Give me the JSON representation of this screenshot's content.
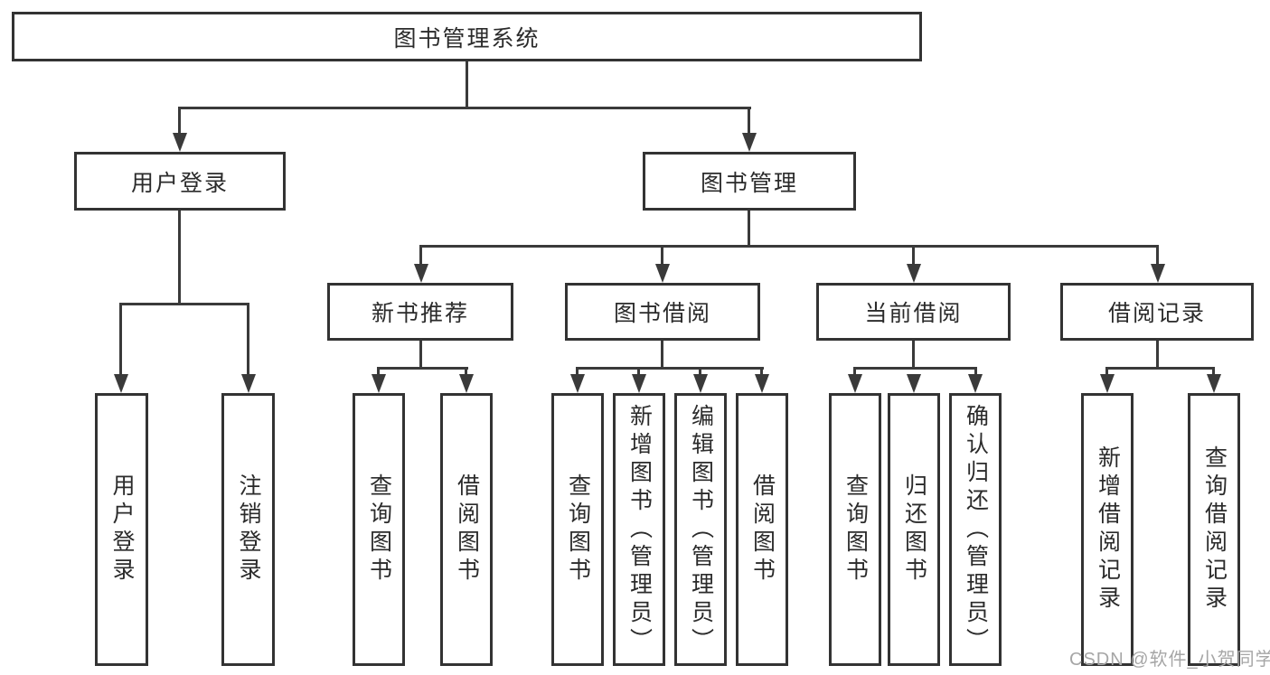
{
  "nodes": {
    "root": "图书管理系统",
    "level2": [
      "用户登录",
      "图书管理"
    ],
    "level3": [
      "新书推荐",
      "图书借阅",
      "当前借阅",
      "借阅记录"
    ],
    "leaves_user": [
      "用户登录",
      "注销登录"
    ],
    "leaves_recommend": [
      "查询图书",
      "借阅图书"
    ],
    "leaves_borrow": [
      "查询图书",
      "新增图书（管理员）",
      "编辑图书（管理员）",
      "借阅图书"
    ],
    "leaves_current": [
      "查询图书",
      "归还图书",
      "确认归还（管理员）"
    ],
    "leaves_records": [
      "新增借阅记录",
      "查询借阅记录"
    ]
  },
  "watermark": "CSDN @软件_小贺同学",
  "colors": {
    "line": "#3a3a3a",
    "box_border": "#333333",
    "box_fill": "#ffffff",
    "text": "#2b2b2b",
    "watermark": "#a6a6a6"
  }
}
